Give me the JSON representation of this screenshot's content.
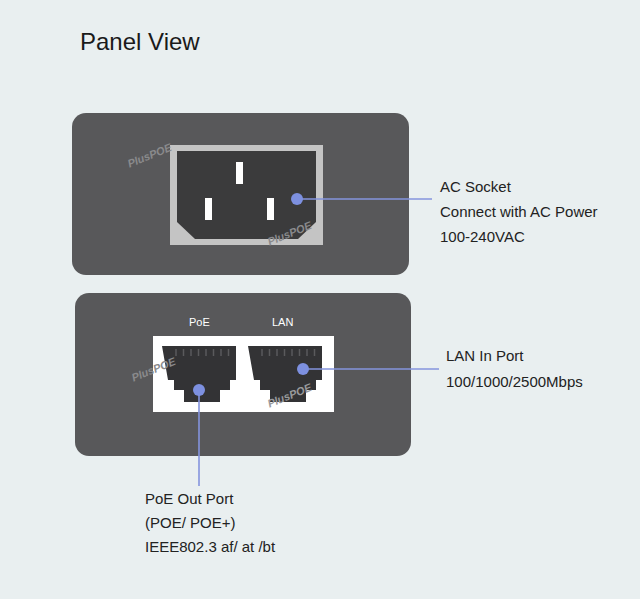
{
  "diagram": {
    "title": "Panel View",
    "labels": [
      "AC Socket",
      "Connect with AC Power",
      "100-240VAC",
      "PoE",
      "LAN",
      "LAN In Port",
      "100/1000/2500Mbps",
      "PoE Out Port",
      "(POE/ POE+)",
      "IEEE802.3 af/ at /bt",
      "PlusPOE",
      "PlusPOE",
      "PlusPOE",
      "PlusPOE"
    ]
  }
}
